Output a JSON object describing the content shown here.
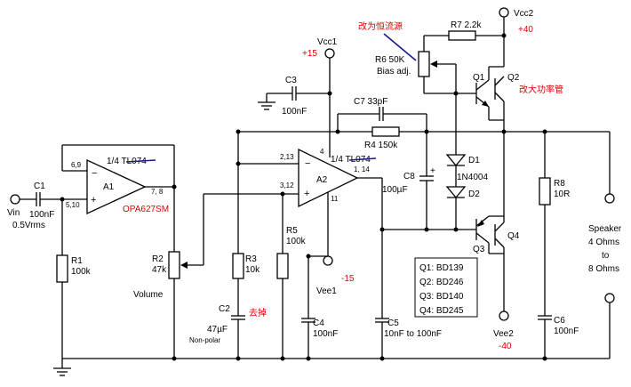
{
  "labels": {
    "vcc1": "Vcc1",
    "vcc1_v": "+15",
    "vcc2": "Vcc2",
    "vcc2_v": "+40",
    "vee1": "Vee1",
    "vee1_v": "-15",
    "vee2": "Vee2",
    "vee2_v": "-40",
    "vin": "Vin",
    "vin_level": "0.5Vrms",
    "c1": "C1",
    "c1_v": "100nF",
    "r1": "R1",
    "r1_v": "100k",
    "a1": "A1",
    "a1_part": "1/4 TL074",
    "a1_replace": "OPA627SM",
    "pin_69": "6,9",
    "pin_78": "7, 8",
    "pin_510": "5,10",
    "r2": "R2",
    "r2_v": "47k",
    "volume": "Volume",
    "c3": "C3",
    "c3_v": "100nF",
    "a2": "A2",
    "a2_part": "1/4 TL074",
    "pin_213": "2,13",
    "pin_312": "3,12",
    "pin_4": "4",
    "pin_114": "1, 14",
    "pin_11": "11",
    "r3": "R3",
    "r3_v": "10k",
    "c2": "C2",
    "c2_v": "47µF",
    "c2_note": "Non-polar",
    "c2_remove": "去掉",
    "r5": "R5",
    "r5_v": "100k",
    "c4": "C4",
    "c4_v": "100nF",
    "c5": "C5",
    "c5_v": "10nF to 100nF",
    "c7": "C7 33pF",
    "r4": "R4 150k",
    "r6": "R6 50K",
    "bias": "Bias adj.",
    "r6_note": "改为恒流源",
    "r7": "R7 2.2k",
    "c8": "C8",
    "c8_v": "100µF",
    "d1": "D1",
    "d1_part": "1N4004",
    "d2": "D2",
    "q1": "Q1",
    "q2": "Q2",
    "q3": "Q3",
    "q4": "Q4",
    "q2_note": "改大功率管",
    "r8": "R8",
    "r8_v": "10R",
    "c6": "C6",
    "c6_v": "100nF",
    "speaker1": "Speaker",
    "speaker2": "4 Ohms",
    "speaker3": "to",
    "speaker4": "8 Ohms",
    "parts": [
      "Q1: BD139",
      "Q2: BD246",
      "Q3: BD140",
      "Q4: BD245"
    ]
  }
}
